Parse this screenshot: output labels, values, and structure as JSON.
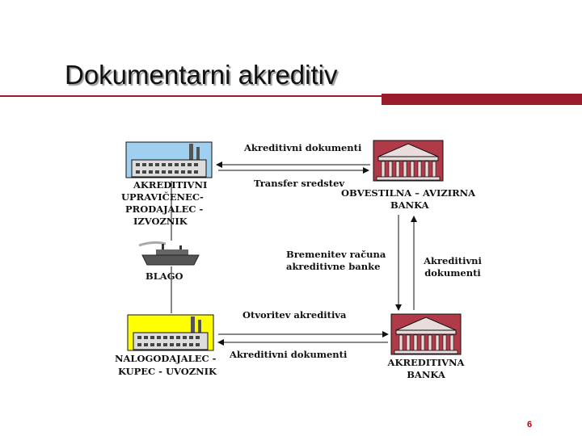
{
  "slide": {
    "title": "Dokumentarni akreditiv",
    "page_number": "6"
  },
  "entities": {
    "beneficiary": "AKREDITIVNI UPRAVIČENEC- PRODAJALEC - IZVOZNIK",
    "beneficiary_lines": [
      "AKREDITIVNI",
      "UPRAVIČENEC-",
      "PRODAJALEC -",
      "IZVOZNIK"
    ],
    "goods": "BLAGO",
    "applicant_lines": [
      "NALOGODAJALEC -",
      "KUPEC - UVOZNIK"
    ],
    "advising_bank_lines": [
      "OBVESTILNA – AVIZIRNA",
      "BANKA"
    ],
    "issuing_bank_lines": [
      "AKREDITIVNA",
      "BANKA"
    ]
  },
  "flows": {
    "docs_top": "Akreditivni dokumenti",
    "transfer": "Transfer sredstev",
    "debit_lines": [
      "Bremenitev računa",
      "akreditivne banke"
    ],
    "docs_right_lines": [
      "Akreditivni",
      "dokumenti"
    ],
    "opening": "Otvoritev akreditiva",
    "docs_bottom": "Akreditivni dokumenti"
  },
  "colors": {
    "accent": "#9a1b2a",
    "factory_top": "#9fd0f0",
    "factory_bottom": "#ffff00",
    "bank": "#b03a48"
  }
}
